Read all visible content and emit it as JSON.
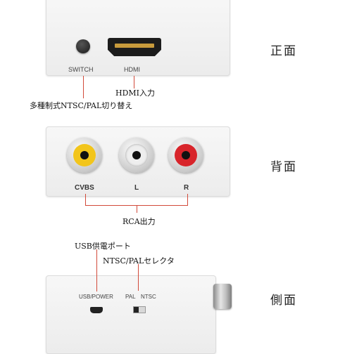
{
  "sections": {
    "front": "正面",
    "back": "背面",
    "side": "側面"
  },
  "front": {
    "switch_label": "SWITCH",
    "hdmi_label": "HDMI",
    "switch_callout": "多種制式NTSC/PAL切り替え",
    "hdmi_callout": "HDMI入力"
  },
  "back": {
    "cvbs_label": "CVBS",
    "l_label": "L",
    "r_label": "R",
    "rca_callout": "RCA出力"
  },
  "side": {
    "usb_callout": "USB供電ポート",
    "selector_callout": "NTSC/PALセレクタ",
    "usb_label": "USB/POWER",
    "pal_label": "PAL",
    "ntsc_label": "NTSC"
  },
  "colors": {
    "callout_line": "#d24a3a",
    "jack_yellow": "#f2c51b",
    "jack_white": "#eeeeee",
    "jack_red": "#d8242a"
  }
}
